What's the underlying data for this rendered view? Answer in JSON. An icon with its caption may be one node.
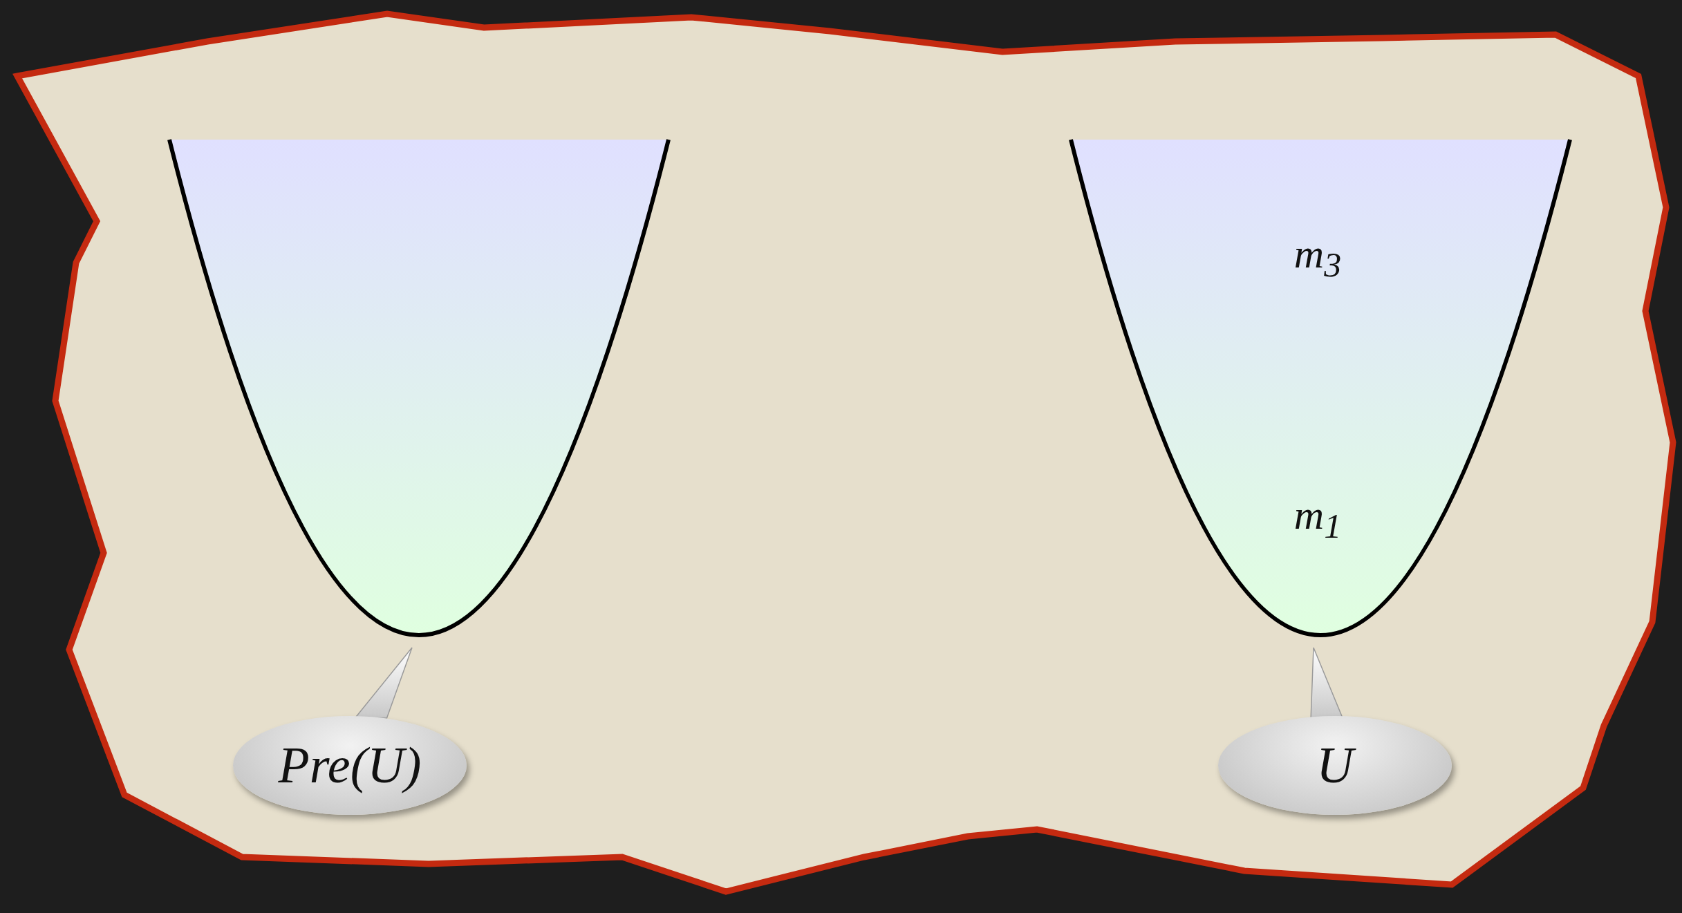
{
  "diagram": {
    "nodes": [
      {
        "text": [],
        "shape": "parabola"
      },
      {
        "text": [
          "Pre(U)"
        ]
      },
      {
        "text": [],
        "shape": "parabola"
      },
      {
        "text": [
          "U"
        ]
      }
    ],
    "edges": [
      {
        "from": 1,
        "to": 0,
        "arrow": "to"
      },
      {
        "from": 3,
        "to": 2,
        "arrow": "to"
      }
    ],
    "labels": [
      "m$_{3}$",
      "m$_{1}$"
    ]
  }
}
